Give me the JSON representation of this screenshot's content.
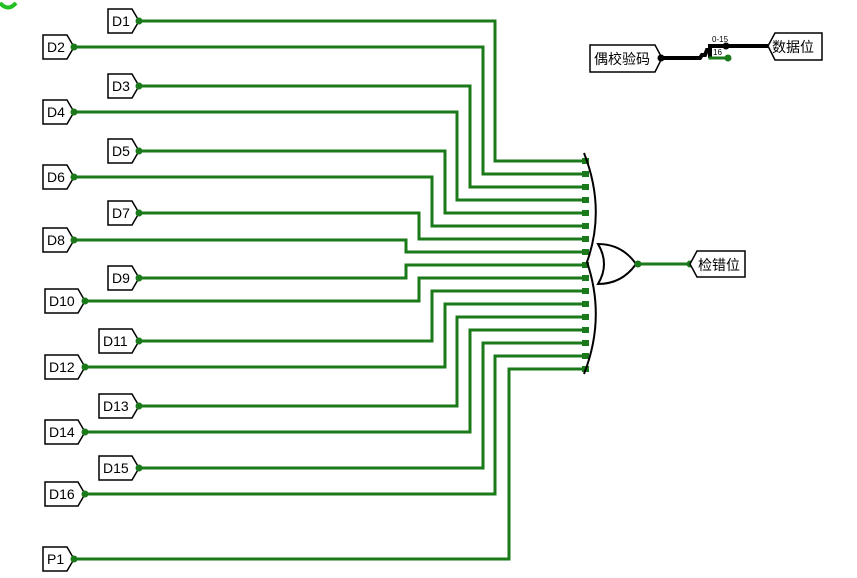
{
  "inputs": [
    "D1",
    "D2",
    "D3",
    "D4",
    "D5",
    "D6",
    "D7",
    "D8",
    "D9",
    "D10",
    "D11",
    "D12",
    "D13",
    "D14",
    "D15",
    "D16",
    "P1"
  ],
  "output_label": "检错位",
  "splitter": {
    "source_label": "偶校验码",
    "target_label": "数据位",
    "range_label": "0-15",
    "bit_label": "16"
  },
  "colors": {
    "wire": "#1a7a1a",
    "bus": "#000000"
  }
}
